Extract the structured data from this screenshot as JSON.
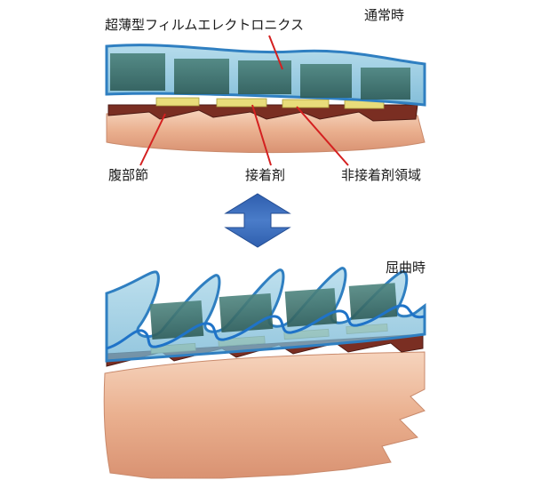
{
  "labels": {
    "film": "超薄型フィルムエレクトロニクス",
    "normal_state": "通常時",
    "abdominal_segment": "腹部節",
    "adhesive": "接着剤",
    "non_adhesive_region": "非接着剤領域",
    "bent_state": "屈曲時"
  },
  "colors": {
    "film_fill": "#8fc7de",
    "film_edge": "#2f7fc1",
    "cell_fill": "#3c6e6a",
    "adhesive": "#e8dc7a",
    "segment_dark": "#7a2e22",
    "body_fill": "#eab08f",
    "leader_line": "#d42020",
    "arrow": "#3a68b8"
  }
}
